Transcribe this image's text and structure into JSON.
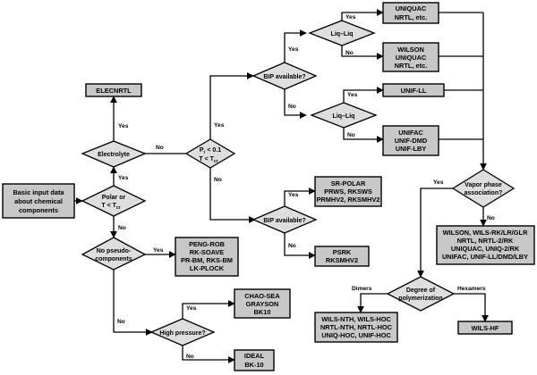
{
  "nodes": {
    "basic_input": [
      "Basic input data",
      "about chemical",
      "components"
    ],
    "polar": [
      "Polar or",
      "T < T"
    ],
    "polar_sub": "cr",
    "electrolyte": "Electrolyte",
    "elecnrtl": "ELECNRTL",
    "pr_cond": [
      "P",
      " < 0.1",
      "T < T"
    ],
    "pr_sub": "r",
    "tr_sub": "cr",
    "bip_top": "BIP available?",
    "liq_top": "Liq–Liq",
    "liq_mid": "Liq–Liq",
    "uniquac_box": [
      "UNIQUAC",
      "NRTL, etc."
    ],
    "wilson_box": [
      "WILSON",
      "UNIQUAC",
      "NRTL, etc."
    ],
    "unif_ll": "UNIF-LL",
    "unifac_box": [
      "UNIFAC",
      "UNIF-DMD",
      "UNIF-LBY"
    ],
    "bip_low": "BIP available?",
    "srpolar_box": [
      "SR-POLAR",
      "PRWS, RKSWS",
      "PRMHV2, RKSMHV2"
    ],
    "psrk_box": [
      "PSRK",
      "RKSMHV2"
    ],
    "no_pseudo": [
      "No pseudo-",
      "components"
    ],
    "pengrob_box": [
      "PENG-ROB",
      "RK-SOAVE",
      "PR-BM, RKS-BM",
      "LK-PLOCK"
    ],
    "high_pressure": "High pressure?",
    "chao_box": [
      "CHAO-SEA",
      "GRAYSON",
      "BK10"
    ],
    "ideal_box": [
      "IDEAL",
      "BK-10"
    ],
    "vapor_assoc": [
      "Vapor phase",
      "association?"
    ],
    "wilson_big": [
      "WILSON, WILS-RK/LR/GLR",
      "NRTL, NRTL-2/RK",
      "UNIQUAC, UNIQ-2/RK",
      "UNIFAC, UNIF-LL/DMD/LBY"
    ],
    "degree": [
      "Degree of",
      "polymerization"
    ],
    "wilsnth_box": [
      "WILS-NTH, WILS-HOC",
      "NRTL-NTH, NRTL-HOC",
      "UNIQ-HOC, UNIF-HOC"
    ],
    "wilshf": "WILS-HF"
  },
  "edge_labels": {
    "yes": "Yes",
    "no": "No",
    "dimers": "Dimers",
    "hexamers": "Hexamers"
  }
}
